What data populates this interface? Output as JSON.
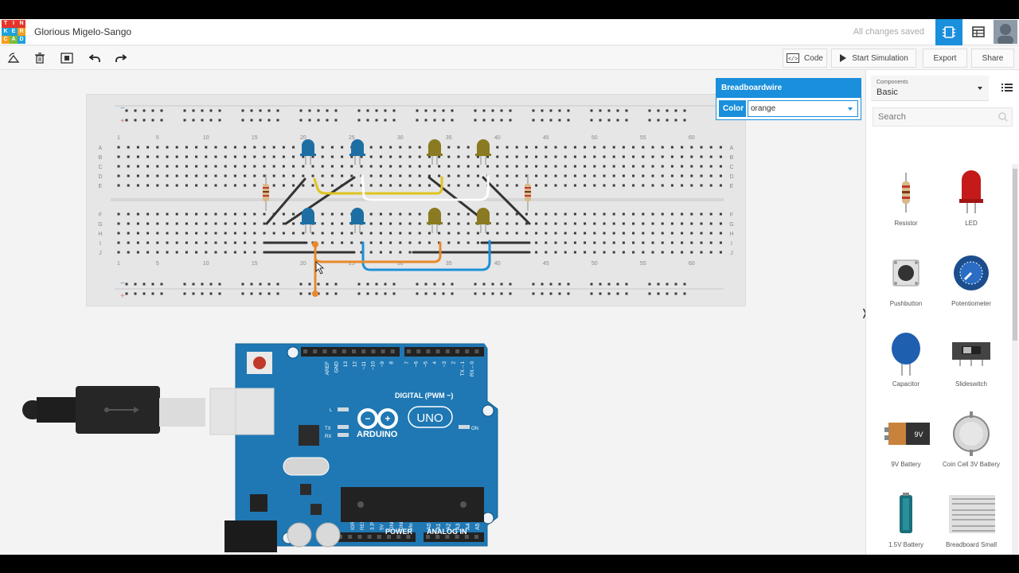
{
  "app": {
    "logo_letters": [
      "T",
      "I",
      "N",
      "K",
      "E",
      "R",
      "C",
      "A",
      "D"
    ],
    "logo_colors": [
      "#e5352b",
      "#e5352b",
      "#e5352b",
      "#1ea2d8",
      "#1ea2d8",
      "#f3a01e",
      "#f3a01e",
      "#7cbb3c",
      "#1ea2d8"
    ],
    "project_name": "Glorious Migelo-Sango",
    "save_status": "All changes saved",
    "accent": "#1a8fdb"
  },
  "toolbar": {
    "code_label": "Code",
    "start_sim_label": "Start Simulation",
    "export_label": "Export",
    "share_label": "Share"
  },
  "breadboard": {
    "column_numbers": [
      "1",
      "5",
      "10",
      "15",
      "20",
      "25",
      "30",
      "35",
      "40",
      "45",
      "50",
      "55",
      "60"
    ],
    "row_letters_top": [
      "A",
      "B",
      "C",
      "D",
      "E"
    ],
    "row_letters_bottom": [
      "F",
      "G",
      "H",
      "I",
      "J"
    ]
  },
  "wire_inspector": {
    "title": "Breadboardwire",
    "color_label": "Color",
    "color_value": "orange"
  },
  "components": {
    "caption": "Components",
    "category": "Basic",
    "search_placeholder": "Search",
    "items": [
      {
        "label": "Resistor",
        "icon": "resistor-icon"
      },
      {
        "label": "LED",
        "icon": "led-icon"
      },
      {
        "label": "Pushbutton",
        "icon": "pushbutton-icon"
      },
      {
        "label": "Potentiometer",
        "icon": "potentiometer-icon"
      },
      {
        "label": "Capacitor",
        "icon": "capacitor-icon"
      },
      {
        "label": "Slideswitch",
        "icon": "slideswitch-icon"
      },
      {
        "label": "9V Battery",
        "icon": "battery-9v-icon"
      },
      {
        "label": "Coin Cell 3V Battery",
        "icon": "coin-cell-icon"
      },
      {
        "label": "1.5V Battery",
        "icon": "battery-aa-icon"
      },
      {
        "label": "Breadboard Small",
        "icon": "breadboard-small-icon"
      }
    ]
  },
  "arduino": {
    "brand": "ARDUINO",
    "model": "UNO",
    "digital_label": "DIGITAL (PWM ~)",
    "power_label": "POWER",
    "analog_label": "ANALOG IN",
    "top_pins": [
      "AREF",
      "GND",
      "13",
      "12",
      "~11",
      "~10",
      "~9",
      "8",
      "7",
      "~6",
      "~5",
      "4",
      "~3",
      "2",
      "TX→1",
      "RX←0"
    ],
    "power_pins": [
      "IOREF",
      "RESET",
      "3.3V",
      "5V",
      "GND",
      "GND",
      "Vin"
    ],
    "analog_pins": [
      "A0",
      "A1",
      "A2",
      "A3",
      "A4",
      "A5"
    ],
    "led_l": "L",
    "led_tx": "TX",
    "led_rx": "RX",
    "led_on": "ON"
  }
}
